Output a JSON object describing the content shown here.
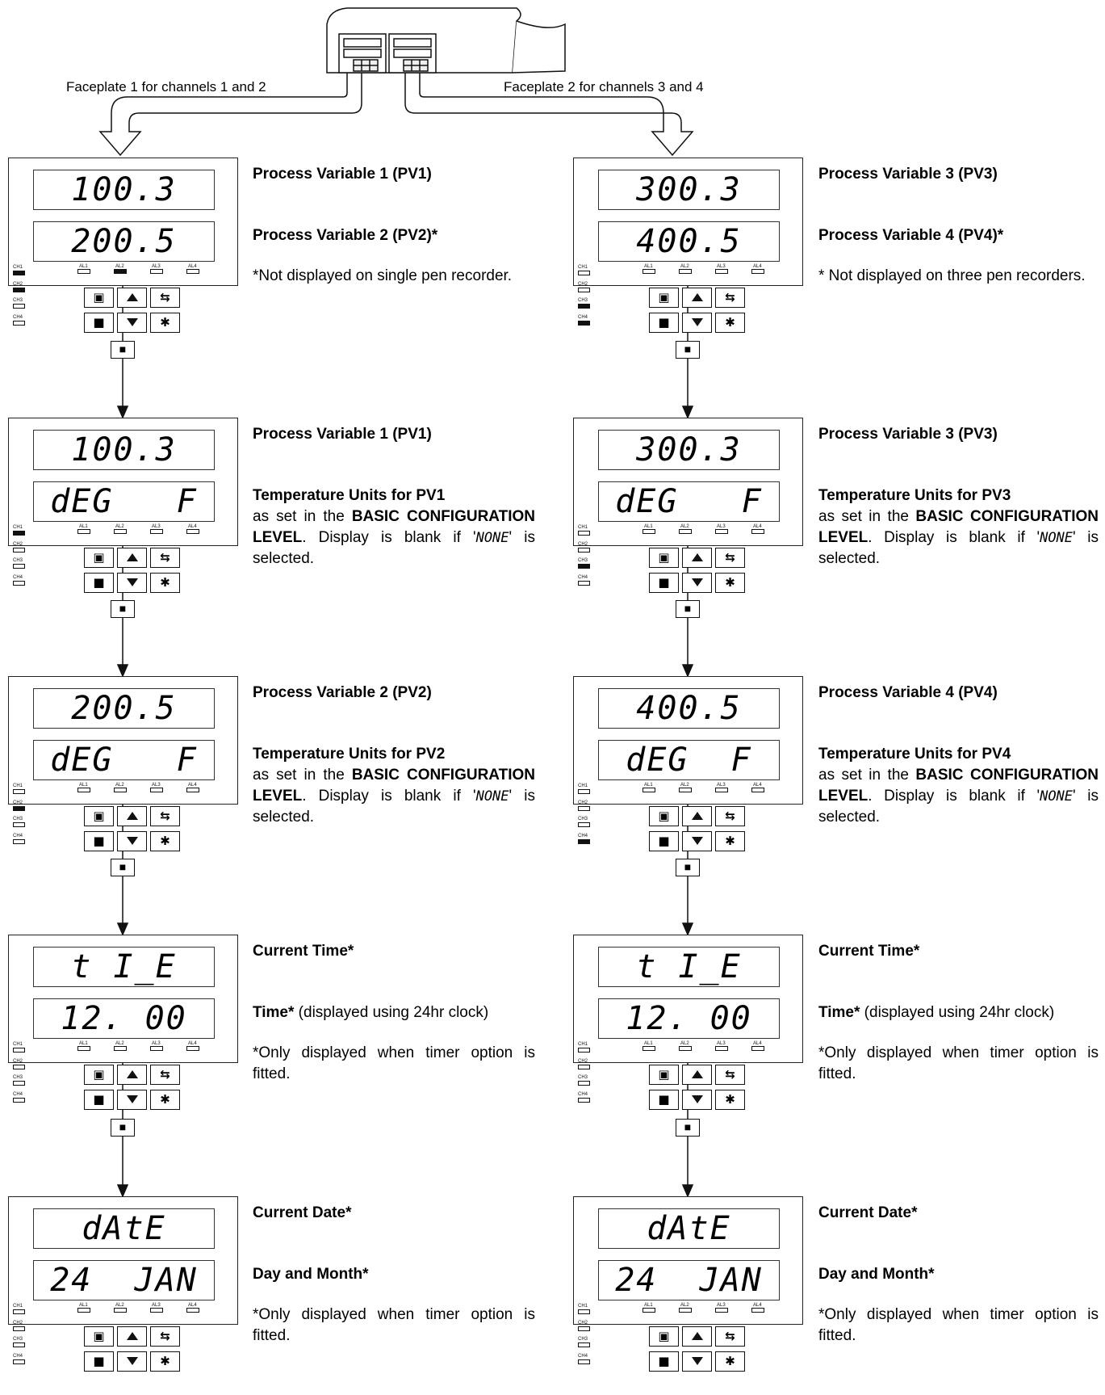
{
  "header": {
    "faceplate1_caption": "Faceplate 1 for channels 1 and 2",
    "faceplate2_caption": "Faceplate 2 for channels 3 and 4"
  },
  "channel_labels": [
    "CH1",
    "CH2",
    "CH3",
    "CH4"
  ],
  "alarm_labels": [
    "AL1",
    "AL2",
    "AL3",
    "AL4"
  ],
  "icons": {
    "scroll": "scroll-key-icon",
    "up": "raise-arrow-icon",
    "page": "page-key-icon",
    "enter": "enter-key-icon",
    "down": "lower-arrow-icon",
    "star": "star-key-icon"
  },
  "left": {
    "screens": [
      {
        "display_top": "100.3",
        "display_bottom": "200.5",
        "ch_on": [
          true,
          true,
          false,
          false
        ],
        "al_on": [
          false,
          true,
          false,
          false
        ],
        "title1": "Process Variable 1 (PV1)",
        "title2": "Process Variable 2 (PV2)*",
        "note": "*Not displayed on single pen recorder."
      },
      {
        "display_top": "100.3",
        "display_bottom": "dEG   F",
        "ch_on": [
          true,
          false,
          false,
          false
        ],
        "al_on": [
          false,
          false,
          false,
          false
        ],
        "title1": "Process Variable 1 (PV1)",
        "title2": "Temperature Units for PV1",
        "text_a": "as set in the ",
        "text_b": "BASIC CONFIGURATION LEVEL",
        "text_c": ". Display is blank if '",
        "text_code": "NONE",
        "text_d": "' is selected."
      },
      {
        "display_top": "200.5",
        "display_bottom": "dEG   F",
        "ch_on": [
          false,
          true,
          false,
          false
        ],
        "al_on": [
          false,
          false,
          false,
          false
        ],
        "title1": "Process Variable 2 (PV2)",
        "title2": "Temperature Units for PV2",
        "text_a": "as set in the ",
        "text_b": "BASIC CONFIGURATION LEVEL",
        "text_c": ". Display is blank if '",
        "text_code": "NONE",
        "text_d": "' is selected."
      },
      {
        "display_top": "t I_E",
        "display_bottom": "12. 00",
        "ch_on": [
          false,
          false,
          false,
          false
        ],
        "al_on": [
          false,
          false,
          false,
          false
        ],
        "title1": "Current Time*",
        "title2": "Time*",
        "title2_suffix": " (displayed using 24hr clock)",
        "note": "*Only displayed when timer option is fitted."
      },
      {
        "display_top": "dAtE",
        "display_bottom": "24  JAN",
        "ch_on": [
          false,
          false,
          false,
          false
        ],
        "al_on": [
          false,
          false,
          false,
          false
        ],
        "title1": "Current Date*",
        "title2": "Day and Month*",
        "note": "*Only displayed when timer option is fitted."
      }
    ]
  },
  "right": {
    "screens": [
      {
        "display_top": "300.3",
        "display_bottom": "400.5",
        "ch_on": [
          false,
          false,
          true,
          true
        ],
        "al_on": [
          false,
          false,
          false,
          false
        ],
        "title1": "Process Variable 3 (PV3)",
        "title2": "Process Variable 4 (PV4)*",
        "note": "* Not displayed on three pen recorders."
      },
      {
        "display_top": "300.3",
        "display_bottom": "dEG   F",
        "ch_on": [
          false,
          false,
          true,
          false
        ],
        "al_on": [
          false,
          false,
          false,
          false
        ],
        "title1": "Process Variable 3 (PV3)",
        "title2": "Temperature Units for PV3",
        "text_a": "as set in the ",
        "text_b": "BASIC CONFIGURATION LEVEL",
        "text_c": ". Display is blank if '",
        "text_code": "NONE",
        "text_d": "' is selected."
      },
      {
        "display_top": "400.5",
        "display_bottom": "dEG  F",
        "ch_on": [
          false,
          false,
          false,
          true
        ],
        "al_on": [
          false,
          false,
          false,
          false
        ],
        "title1": "Process Variable 4 (PV4)",
        "title2": "Temperature Units for PV4",
        "text_a": "as set in the ",
        "text_b": "BASIC CONFIGURATION LEVEL",
        "text_c": ". Display is blank if '",
        "text_code": "NONE",
        "text_d": "' is selected."
      },
      {
        "display_top": "t I_E",
        "display_bottom": "12. 00",
        "ch_on": [
          false,
          false,
          false,
          false
        ],
        "al_on": [
          false,
          false,
          false,
          false
        ],
        "title1": "Current Time*",
        "title2": "Time*",
        "title2_suffix": " (displayed using 24hr clock)",
        "note": "*Only displayed when timer option is fitted."
      },
      {
        "display_top": "dAtE",
        "display_bottom": "24  JAN",
        "ch_on": [
          false,
          false,
          false,
          false
        ],
        "al_on": [
          false,
          false,
          false,
          false
        ],
        "title1": "Current Date*",
        "title2": "Day and Month*",
        "note": "*Only displayed when timer option is fitted."
      }
    ]
  }
}
